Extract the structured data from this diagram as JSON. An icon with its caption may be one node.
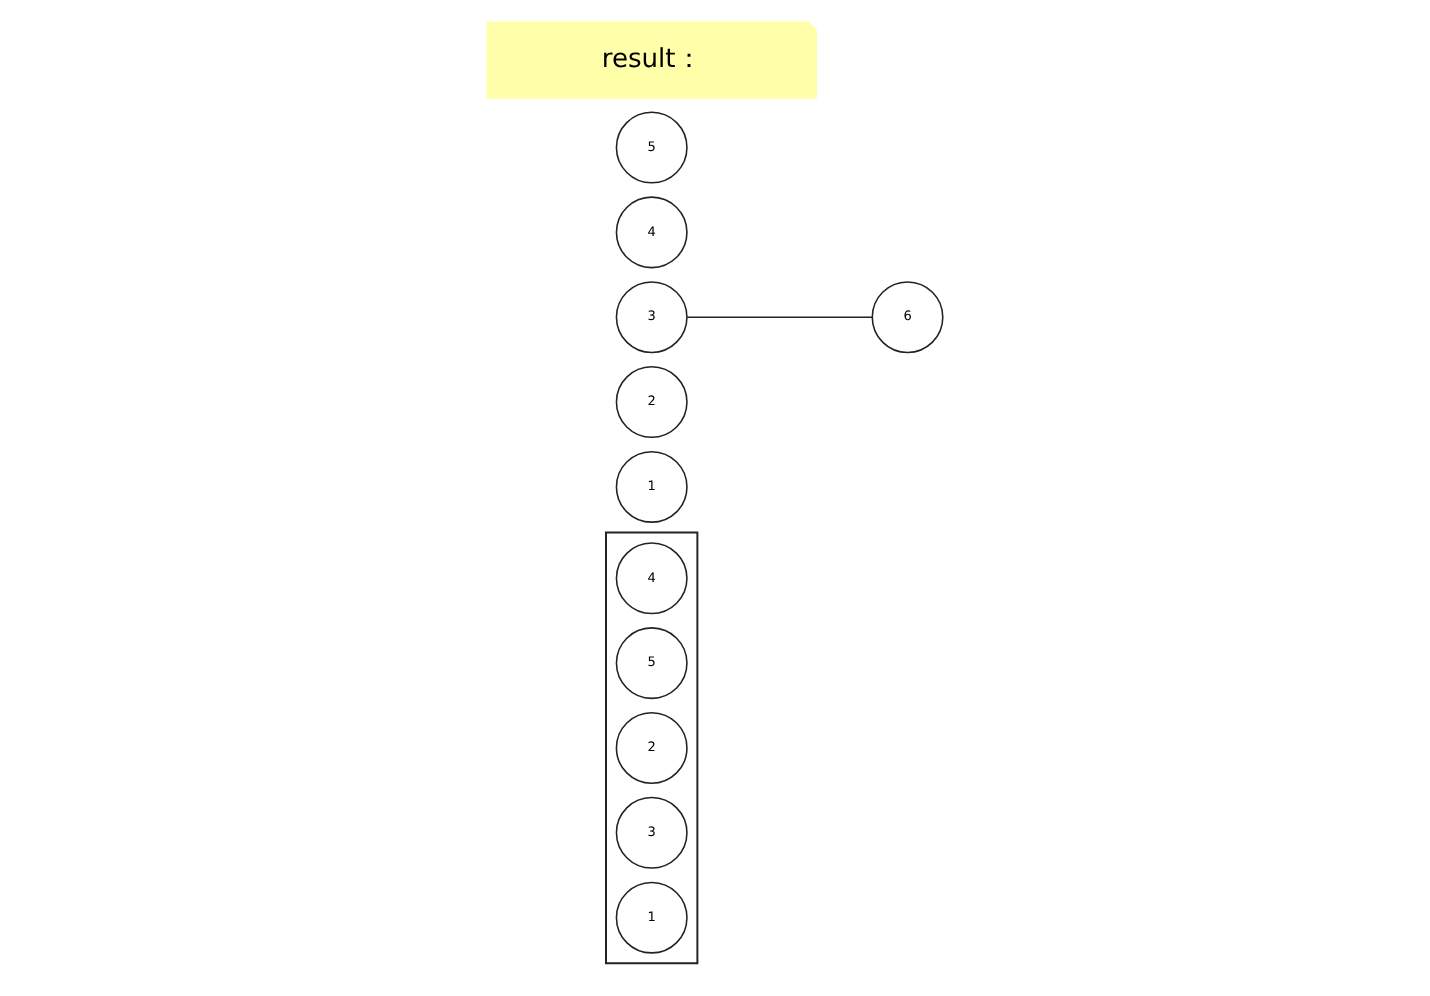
{
  "diagram": {
    "nodes": [
      {
        "text": [],
        "shape": "box"
      },
      {
        "text": [
          "4"
        ],
        "in": 0
      },
      {
        "text": [
          "5"
        ],
        "in": 0
      },
      {
        "text": [
          "2"
        ],
        "in": 0
      },
      {
        "text": [
          "3"
        ],
        "in": 0
      },
      {
        "text": [
          "1"
        ],
        "in": 0
      },
      {
        "text": [
          "1"
        ]
      },
      {
        "text": [
          "2"
        ]
      },
      {
        "text": [
          "3"
        ]
      },
      {
        "text": [
          "4"
        ]
      },
      {
        "text": [
          "5"
        ]
      },
      {
        "text": [
          "6"
        ]
      },
      {
        "text": [
          "result："
        ]
      }
    ],
    "edges": [
      {
        "from": 8,
        "to": 11,
        "arrow": "none"
      }
    ]
  }
}
